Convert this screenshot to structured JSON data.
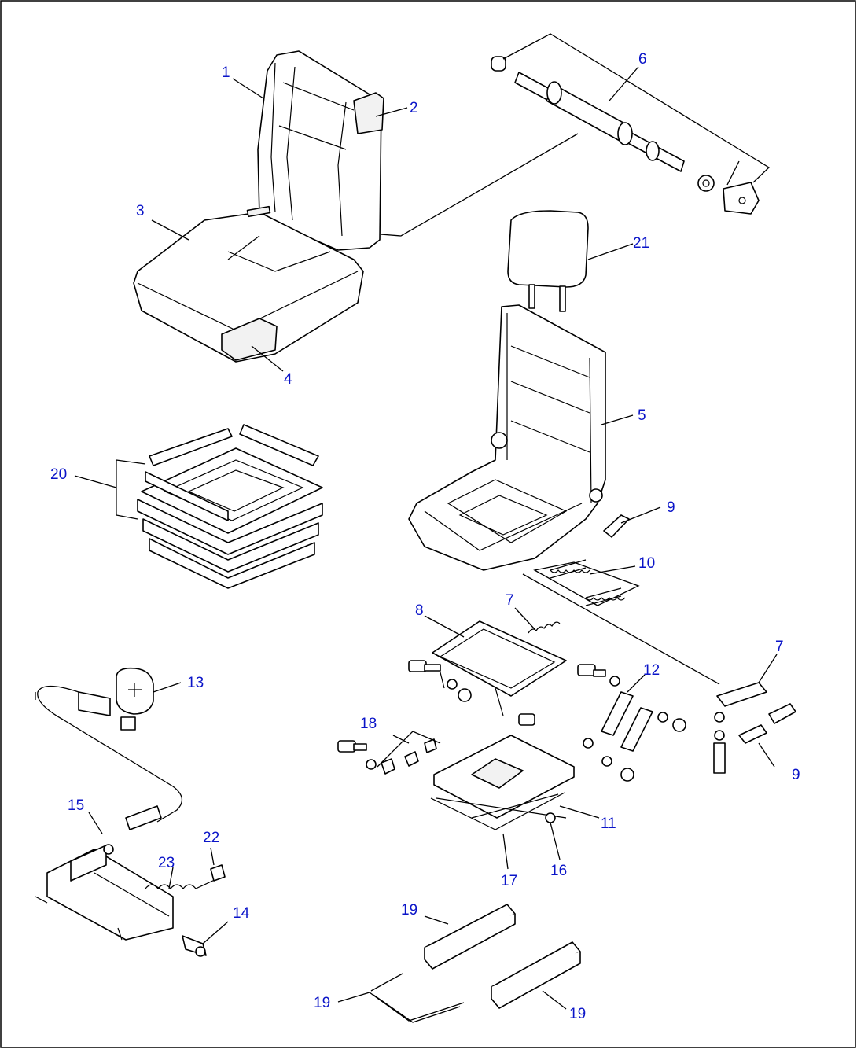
{
  "diagram": {
    "label_color": "#0a14c8",
    "line_color": "#000000",
    "callouts": [
      {
        "id": "1",
        "text": "1"
      },
      {
        "id": "2",
        "text": "2"
      },
      {
        "id": "3",
        "text": "3"
      },
      {
        "id": "4",
        "text": "4"
      },
      {
        "id": "5",
        "text": "5"
      },
      {
        "id": "6",
        "text": "6"
      },
      {
        "id": "7a",
        "text": "7"
      },
      {
        "id": "7b",
        "text": "7"
      },
      {
        "id": "8",
        "text": "8"
      },
      {
        "id": "9a",
        "text": "9"
      },
      {
        "id": "9b",
        "text": "9"
      },
      {
        "id": "10",
        "text": "10"
      },
      {
        "id": "11",
        "text": "11"
      },
      {
        "id": "12",
        "text": "12"
      },
      {
        "id": "13",
        "text": "13"
      },
      {
        "id": "14",
        "text": "14"
      },
      {
        "id": "15",
        "text": "15"
      },
      {
        "id": "16",
        "text": "16"
      },
      {
        "id": "17",
        "text": "17"
      },
      {
        "id": "18",
        "text": "18"
      },
      {
        "id": "19a",
        "text": "19"
      },
      {
        "id": "19b",
        "text": "19"
      },
      {
        "id": "19c",
        "text": "19"
      },
      {
        "id": "20",
        "text": "20"
      },
      {
        "id": "21",
        "text": "21"
      },
      {
        "id": "22",
        "text": "22"
      },
      {
        "id": "23",
        "text": "23"
      }
    ]
  }
}
